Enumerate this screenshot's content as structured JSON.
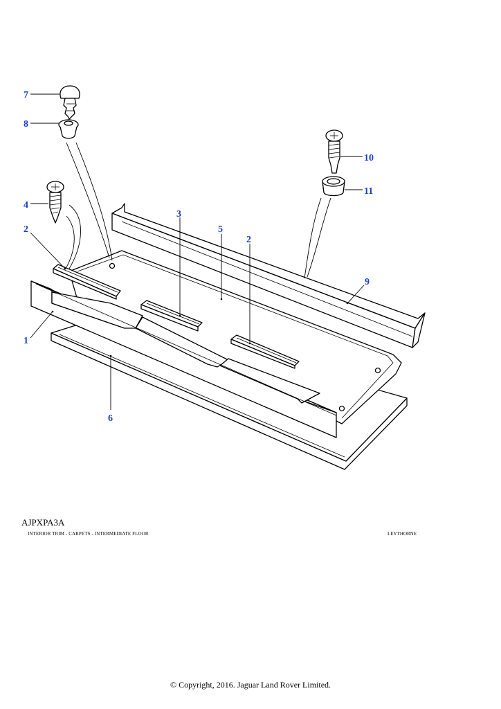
{
  "diagram": {
    "figure_code": "AJPXPA3A",
    "title": "INTERIOR TRIM - CARPETS - INTERMEDIATE FLOOR",
    "location": "LEYTHORNE",
    "callouts": {
      "c1": "1",
      "c2a": "2",
      "c2b": "2",
      "c3": "3",
      "c4": "4",
      "c5": "5",
      "c6": "6",
      "c7": "7",
      "c8": "8",
      "c9": "9",
      "c10": "10",
      "c11": "11"
    },
    "callout_color": "#1a3fc4"
  },
  "footer": {
    "copyright": "© Copyright, 2016. Jaguar Land Rover Limited."
  }
}
